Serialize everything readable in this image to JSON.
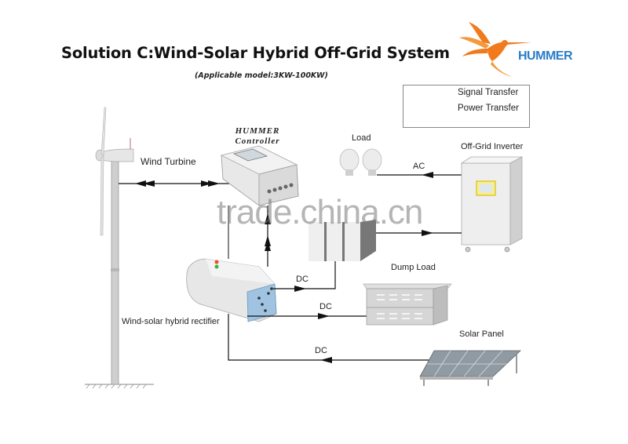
{
  "diagram": {
    "title": "Solution C:Wind-Solar Hybrid Off-Grid System",
    "subtitle": "(Applicable model:3KW-100KW)",
    "brand": {
      "name": "HUMMER",
      "logo_icon": "hummingbird-logo-icon",
      "logo_color": "#f07a1c",
      "text_color": "#2a7dc9"
    },
    "legend": {
      "items": [
        {
          "label": "Signal Transfer",
          "icon": "double-arrow-icon"
        },
        {
          "label": "Power Transfer",
          "icon": "single-arrow-icon"
        }
      ]
    },
    "nodes": {
      "wind_turbine": {
        "label": "Wind Turbine"
      },
      "controller": {
        "title_line1": "HUMMER",
        "title_line2": "Controller"
      },
      "load": {
        "label": "Load"
      },
      "inverter": {
        "label": "Off-Grid Inverter"
      },
      "battery": {
        "label": ""
      },
      "rectifier": {
        "label": "Wind-solar hybrid rectifier"
      },
      "dump_load": {
        "label": "Dump Load"
      },
      "solar_panel": {
        "label": "Solar Panel"
      }
    },
    "connections": [
      {
        "from": "wind_turbine",
        "to": "controller",
        "type": "signal",
        "label": ""
      },
      {
        "from": "inverter",
        "to": "load",
        "type": "power",
        "label": "AC"
      },
      {
        "from": "battery",
        "to": "inverter",
        "type": "power",
        "label": ""
      },
      {
        "from": "rectifier",
        "to": "controller",
        "type": "signal",
        "label": ""
      },
      {
        "from": "rectifier",
        "to": "battery",
        "type": "power",
        "label": "DC"
      },
      {
        "from": "rectifier",
        "to": "dump_load",
        "type": "power",
        "label": "DC"
      },
      {
        "from": "solar_panel",
        "to": "rectifier",
        "type": "power",
        "label": "DC"
      }
    ],
    "watermark": "trade.china.cn"
  }
}
